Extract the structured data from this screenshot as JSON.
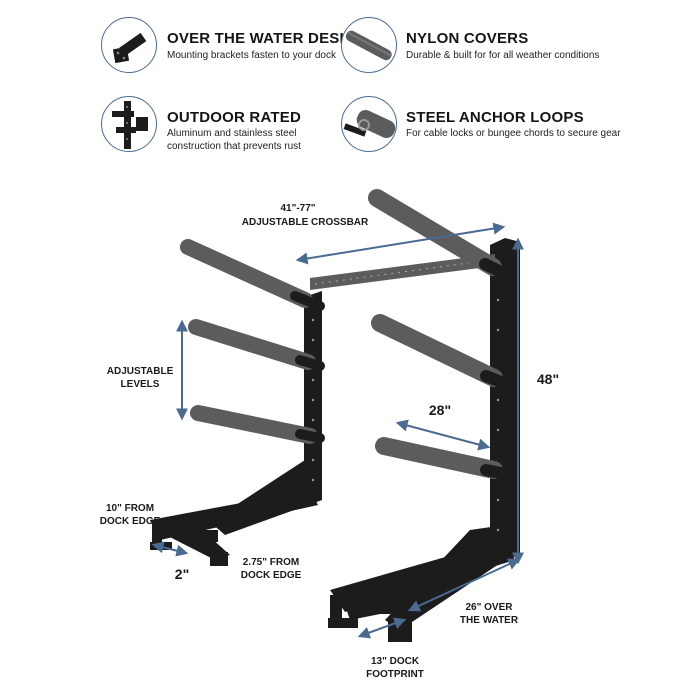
{
  "features": [
    {
      "icon": "dock-bracket-icon",
      "title": "OVER THE WATER DESIGN",
      "description": "Mounting brackets fasten to your dock"
    },
    {
      "icon": "nylon-cover-icon",
      "title": "NYLON COVERS",
      "description": "Durable & built for for all weather conditions"
    },
    {
      "icon": "rack-frame-icon",
      "title": "OUTDOOR RATED",
      "description": "Aluminum and stainless steel construction that prevents rust"
    },
    {
      "icon": "anchor-loop-icon",
      "title": "STEEL ANCHOR LOOPS",
      "description": "For cable locks or bungee chords to secure gear"
    }
  ],
  "dimensions": {
    "crossbar_range": "41\"-77\"",
    "crossbar_label": "ADJUSTABLE CROSSBAR",
    "levels_line1": "ADJUSTABLE",
    "levels_line2": "LEVELS",
    "height": "48\"",
    "arm_length": "28\"",
    "dock_edge_line1": "10\" FROM",
    "dock_edge_line2": "DOCK EDGE",
    "foot_width": "2\"",
    "foot_offset_line1": "2.75\" FROM",
    "foot_offset_line2": "DOCK EDGE",
    "over_water_line1": "26\" OVER",
    "over_water_line2": "THE WATER",
    "footprint_line1": "13\" DOCK",
    "footprint_line2": "FOOTPRINT"
  },
  "colors": {
    "accent": "#4a6a92",
    "frame": "#1c1c1c",
    "cover": "#5a5c5e"
  }
}
